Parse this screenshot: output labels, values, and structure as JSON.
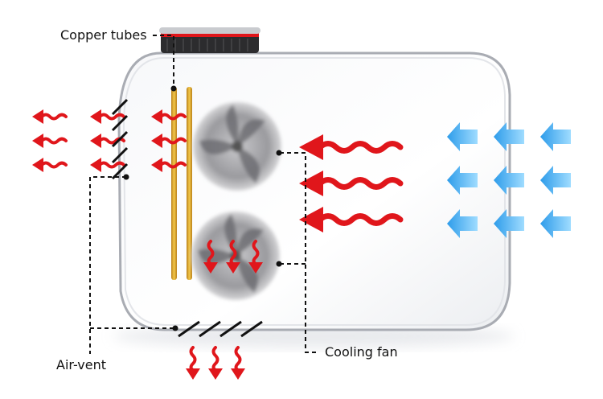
{
  "labels": {
    "copper_tubes": "Copper tubes",
    "air_vent": "Air-vent",
    "cooling_fan": "Cooling fan"
  },
  "colors": {
    "hot_air": "#e0161b",
    "cool_air": "#3aa8ee",
    "copper": "#e0a828",
    "leader_line": "#111111",
    "housing": "#b9bcc2"
  },
  "icons": [
    "wavy-hot-air-arrow-icon",
    "cool-air-arrow-icon",
    "fan-blade-icon"
  ]
}
